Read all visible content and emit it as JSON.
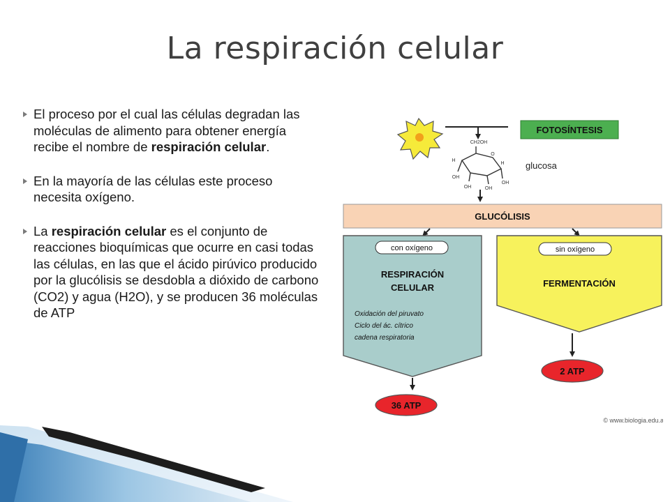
{
  "slide": {
    "title": "La respiración celular",
    "bullets": [
      {
        "parts": [
          {
            "text": "El proceso por el cual las células degradan las moléculas de alimento para obtener energía recibe el nombre de ",
            "bold": false
          },
          {
            "text": "respiración celular",
            "bold": true
          },
          {
            "text": ".",
            "bold": false
          }
        ]
      },
      {
        "parts": [
          {
            "text": "En la mayoría de las células este proceso necesita oxígeno.",
            "bold": false
          }
        ]
      },
      {
        "parts": [
          {
            "text": "La ",
            "bold": false
          },
          {
            "text": "respiración celular",
            "bold": true
          },
          {
            "text": " es el conjunto de reacciones bioquímicas que ocurre en casi todas las células, en las que el ácido pirúvico producido por la glucólisis se desdobla a dióxido de carbono (CO2) y agua (H2O), y se producen 36 moléculas de ATP",
            "bold": false
          }
        ]
      }
    ]
  },
  "diagram": {
    "fotosintesis": "FOTOSÍNTESIS",
    "glucosa": "glucosa",
    "molecule_labels": {
      "ch2oh": "CH2OH",
      "h": "H",
      "oh": "OH",
      "o": "O"
    },
    "glucolisis": "GLUCÓLISIS",
    "aerobic": {
      "condition": "con oxígeno",
      "title_line1": "RESPIRACIÓN",
      "title_line2": "CELULAR",
      "steps": [
        "Oxidación del piruvato",
        "Ciclo del ác. cítrico",
        "cadena respiratoria"
      ],
      "result": "36 ATP"
    },
    "anaerobic": {
      "condition": "sin oxígeno",
      "title": "FERMENTACIÓN",
      "result": "2 ATP"
    },
    "credit": "© www.biologia.edu.ar",
    "colors": {
      "fotosintesis_box": "#4caf50",
      "glucolisis_box": "#f9d3b5",
      "aerobic_box": "#a9cdcb",
      "anaerobic_box": "#f7f25c",
      "atp_oval": "#e8252b",
      "sun": "#f6ea3a"
    }
  }
}
